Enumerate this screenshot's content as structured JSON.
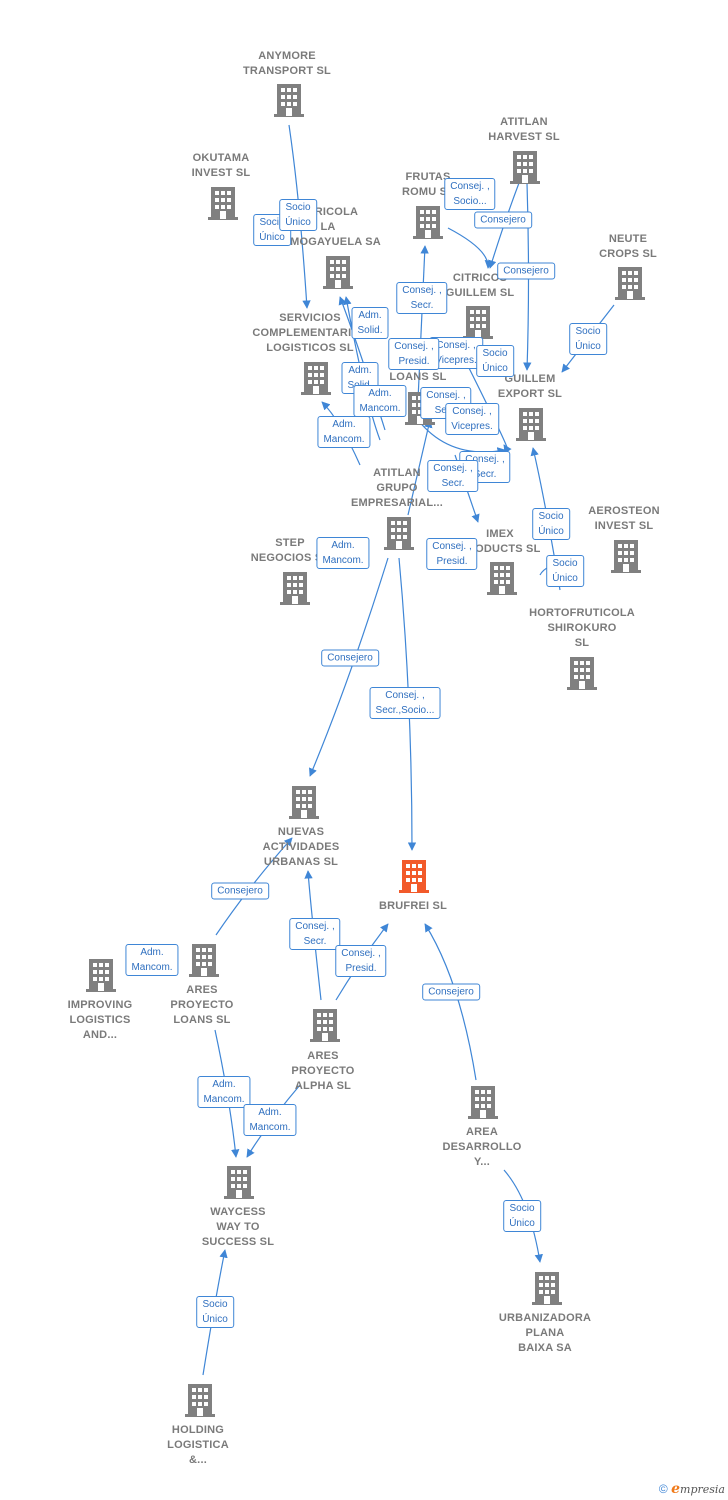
{
  "colors": {
    "node": "#808080",
    "main_node": "#f25a2a",
    "edge": "#3f86d6",
    "edge_label_text": "#2f6fbf"
  },
  "nodes": [
    {
      "id": "anymore",
      "label": "ANYMORE\nTRANSPORT SL",
      "icon": "building-icon"
    },
    {
      "id": "okutama",
      "label": "OKUTAMA\nINVEST  SL",
      "icon": "building-icon"
    },
    {
      "id": "agricola",
      "label": "AGRICOLA\nLA\nALMOGAYUELA SA",
      "icon": "building-icon"
    },
    {
      "id": "frutas",
      "label": "FRUTAS\nROMU SL",
      "icon": "building-icon"
    },
    {
      "id": "atitlan_harvest",
      "label": "ATITLAN\nHARVEST  SL",
      "icon": "building-icon"
    },
    {
      "id": "neute",
      "label": "NEUTE\nCROPS  SL",
      "icon": "building-icon"
    },
    {
      "id": "citricos",
      "label": "CITRICOS\nGUILLEM  SL",
      "icon": "building-icon"
    },
    {
      "id": "servicios",
      "label": "SERVICIOS\nCOMPLEMENTARIOS\nLOGISTICOS SL",
      "icon": "building-icon"
    },
    {
      "id": "loans",
      "label": "LOANS  SL",
      "icon": "building-icon"
    },
    {
      "id": "guillem_export",
      "label": "GUILLEM\nEXPORT SL",
      "icon": "building-icon"
    },
    {
      "id": "atitlan_grupo",
      "label": "ATITLAN\nGRUPO\nEMPRESARIAL...",
      "icon": "building-icon"
    },
    {
      "id": "imex",
      "label": "IMEX\nPRODUCTS SL",
      "icon": "building-icon"
    },
    {
      "id": "aerosteon",
      "label": "AEROSTEON\nINVEST  SL",
      "icon": "building-icon"
    },
    {
      "id": "step",
      "label": "STEP\nNEGOCIOS SL",
      "icon": "building-icon"
    },
    {
      "id": "hortofruticola",
      "label": "HORTOFRUTICOLA\nSHIROKURO\nSL",
      "icon": "building-icon"
    },
    {
      "id": "nuevas",
      "label": "NUEVAS\nACTIVIDADES\nURBANAS SL",
      "icon": "building-icon"
    },
    {
      "id": "brufrei",
      "label": "BRUFREI  SL",
      "icon": "building-icon",
      "main": true
    },
    {
      "id": "improving",
      "label": "IMPROVING\nLOGISTICS\nAND...",
      "icon": "building-icon"
    },
    {
      "id": "ares_loans",
      "label": "ARES\nPROYECTO\nLOANS  SL",
      "icon": "building-icon"
    },
    {
      "id": "ares_alpha",
      "label": "ARES\nPROYECTO\nALPHA  SL",
      "icon": "building-icon"
    },
    {
      "id": "area",
      "label": "AREA\nDESARROLLO\nY...",
      "icon": "building-icon"
    },
    {
      "id": "waycess",
      "label": "WAYCESS\nWAY TO\nSUCCESS  SL",
      "icon": "building-icon"
    },
    {
      "id": "urbanizadora",
      "label": "URBANIZADORA\nPLANA\nBAIXA SA",
      "icon": "building-icon"
    },
    {
      "id": "holding",
      "label": "HOLDING\nLOGISTICA\n&...",
      "icon": "building-icon"
    }
  ],
  "edge_labels": [
    {
      "id": "e1",
      "text": "Socio\nÚnico"
    },
    {
      "id": "e2",
      "text": "Socio\nÚnico"
    },
    {
      "id": "e3",
      "text": "Consej. ,\nSocio..."
    },
    {
      "id": "e4",
      "text": "Consejero"
    },
    {
      "id": "e5",
      "text": "Consejero"
    },
    {
      "id": "e6",
      "text": "Socio\nÚnico"
    },
    {
      "id": "e7",
      "text": "Consej. ,\nSecr."
    },
    {
      "id": "e8",
      "text": "Adm.\nSolid."
    },
    {
      "id": "e9",
      "text": "Consej. ,\nVicepres."
    },
    {
      "id": "e10",
      "text": "Socio\nÚnico"
    },
    {
      "id": "e11",
      "text": "Consej. ,\nPresid."
    },
    {
      "id": "e12",
      "text": "Adm.\nSolid."
    },
    {
      "id": "e13",
      "text": "Adm.\nMancom."
    },
    {
      "id": "e14",
      "text": "Consej. ,\nSecr."
    },
    {
      "id": "e15",
      "text": "Consej. ,\nVicepres."
    },
    {
      "id": "e16",
      "text": "Adm.\nMancom."
    },
    {
      "id": "e17",
      "text": "Consej. ,\nSecr."
    },
    {
      "id": "e18",
      "text": "Consej. ,\nSecr."
    },
    {
      "id": "e19",
      "text": "Socio\nÚnico"
    },
    {
      "id": "e20",
      "text": "Adm.\nMancom."
    },
    {
      "id": "e21",
      "text": "Consej. ,\nPresid."
    },
    {
      "id": "e22",
      "text": "Socio\nÚnico"
    },
    {
      "id": "e23",
      "text": "Consejero"
    },
    {
      "id": "e24",
      "text": "Consej. ,\nSecr.,Socio..."
    },
    {
      "id": "e25",
      "text": "Consejero"
    },
    {
      "id": "e26",
      "text": "Adm.\nMancom."
    },
    {
      "id": "e27",
      "text": "Consej. ,\nSecr."
    },
    {
      "id": "e28",
      "text": "Consej. ,\nPresid."
    },
    {
      "id": "e29",
      "text": "Consejero"
    },
    {
      "id": "e30",
      "text": "Adm.\nMancom."
    },
    {
      "id": "e31",
      "text": "Adm.\nMancom."
    },
    {
      "id": "e32",
      "text": "Socio\nÚnico"
    },
    {
      "id": "e33",
      "text": "Socio\nÚnico"
    }
  ],
  "footer": {
    "copyright": "©",
    "brand_initial": "e",
    "brand_rest": "mpresia"
  }
}
